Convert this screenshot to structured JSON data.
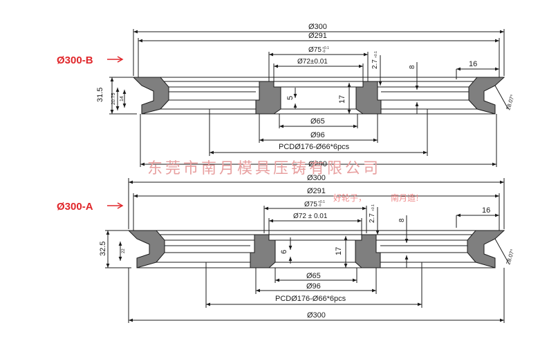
{
  "watermark": {
    "company": "东莞市南月模具压铸有限公司",
    "slogan_left": "好轮子，",
    "slogan_right": "南月造!"
  },
  "drawing_b": {
    "label": "Ø300-B",
    "dims": {
      "od": "Ø300",
      "d291": "Ø291",
      "d75": "Ø75",
      "d75_tol": "+0.1\n-0",
      "d72": "Ø72±0.01",
      "d27": "2.7",
      "d27_tol": "+0.1\n0",
      "d8": "8",
      "d16": "16",
      "h315": "31.5",
      "h2075": "20.75",
      "h14": "14",
      "h5": "5",
      "h17": "17",
      "angle": "28.07°",
      "d65": "Ø65",
      "d96": "Ø96",
      "pcd": "PCDØ176-Ø66*6pcs",
      "d290": "Ø290"
    }
  },
  "drawing_a": {
    "label": "Ø300-A",
    "dims": {
      "od_top": "Ø300",
      "d291": "Ø291",
      "d75": "Ø75",
      "d75_tol": "+0.1\n-0",
      "d72": "Ø72 ± 0.01",
      "d27": "2.7",
      "d27_tol": "+0.1\n0",
      "d8": "8",
      "d16": "16",
      "h325": "32.5",
      "h22": "22",
      "h6": "6",
      "h17": "17",
      "angle": "28.07°",
      "d65": "Ø65",
      "d96": "Ø96",
      "pcd": "PCDØ176-Ø66*6pcs",
      "od_bottom": "Ø300"
    }
  },
  "colors": {
    "hatch_fill": "#7f7f7f",
    "line": "#1a1a1a",
    "label_red": "#e0262a",
    "watermark": "#e8a0a0"
  }
}
